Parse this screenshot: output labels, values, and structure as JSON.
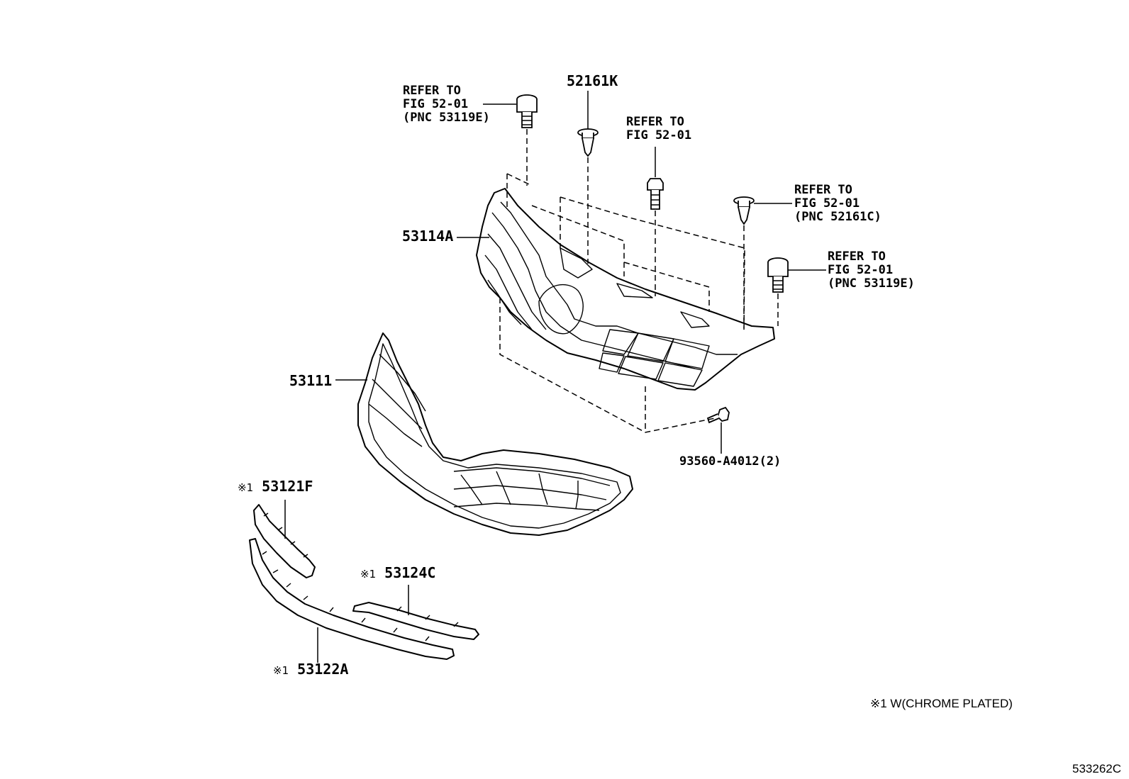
{
  "diagram": {
    "labels": {
      "ref_53119e_top": [
        "REFER TO",
        "FIG 52-01",
        "(PNC 53119E)"
      ],
      "pnc_52161k": "52161K",
      "ref_fig_center": [
        "REFER TO",
        "FIG 52-01"
      ],
      "ref_52161c": [
        "REFER TO",
        "FIG 52-01",
        "(PNC 52161C)"
      ],
      "ref_53119e_right": [
        "REFER TO",
        "FIG 52-01",
        "(PNC 53119E)"
      ],
      "pnc_53114a": "53114A",
      "pnc_53111": "53111",
      "pnc_93560": "93560-A4012(2)",
      "pnc_53121f": "53121F",
      "pnc_53124c": "53124C",
      "pnc_53122a": "53122A",
      "mark_symbol": "※1"
    },
    "legend_note": "※1 W(CHROME PLATED)",
    "figure_code": "533262C"
  }
}
